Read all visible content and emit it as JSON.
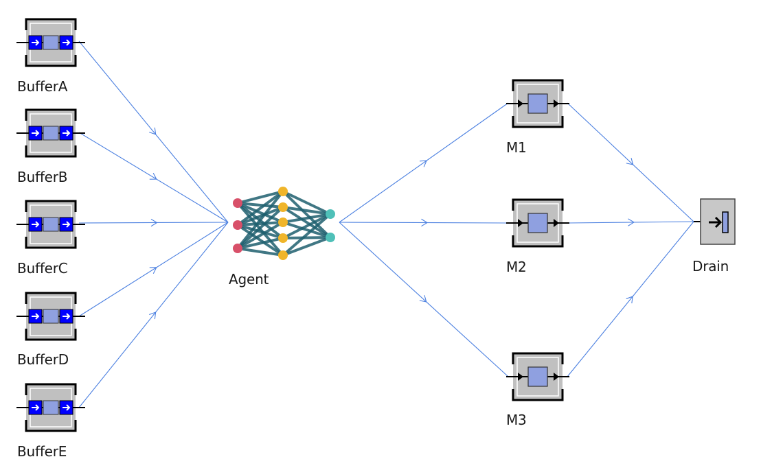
{
  "colors": {
    "connector": "#4a7fe0",
    "object_frame": "#000000",
    "object_body": "#c0c0c0",
    "buffer_port": "#0000ff",
    "station_core": "#8fa0e0",
    "nn_input_node": "#d85069",
    "nn_hidden_node": "#f0b52a",
    "nn_output_node": "#4fc0b8",
    "nn_edge": "#1f5f6f"
  },
  "buffers": [
    {
      "id": "buffer-a",
      "label": "BufferA",
      "icon": "buffer-icon"
    },
    {
      "id": "buffer-b",
      "label": "BufferB",
      "icon": "buffer-icon"
    },
    {
      "id": "buffer-c",
      "label": "BufferC",
      "icon": "buffer-icon"
    },
    {
      "id": "buffer-d",
      "label": "BufferD",
      "icon": "buffer-icon"
    },
    {
      "id": "buffer-e",
      "label": "BufferE",
      "icon": "buffer-icon"
    }
  ],
  "agent": {
    "id": "agent",
    "label": "Agent",
    "icon": "neural-network-icon"
  },
  "stations": [
    {
      "id": "m1",
      "label": "M1",
      "icon": "single-proc-icon"
    },
    {
      "id": "m2",
      "label": "M2",
      "icon": "single-proc-icon"
    },
    {
      "id": "m3",
      "label": "M3",
      "icon": "single-proc-icon"
    }
  ],
  "drain": {
    "id": "drain",
    "label": "Drain",
    "icon": "drain-icon"
  },
  "connectors": [
    {
      "from": "buffer-a",
      "to": "agent"
    },
    {
      "from": "buffer-b",
      "to": "agent"
    },
    {
      "from": "buffer-c",
      "to": "agent"
    },
    {
      "from": "buffer-d",
      "to": "agent"
    },
    {
      "from": "buffer-e",
      "to": "agent"
    },
    {
      "from": "agent",
      "to": "m1"
    },
    {
      "from": "agent",
      "to": "m2"
    },
    {
      "from": "agent",
      "to": "m3"
    },
    {
      "from": "m1",
      "to": "drain"
    },
    {
      "from": "m2",
      "to": "drain"
    },
    {
      "from": "m3",
      "to": "drain"
    }
  ]
}
